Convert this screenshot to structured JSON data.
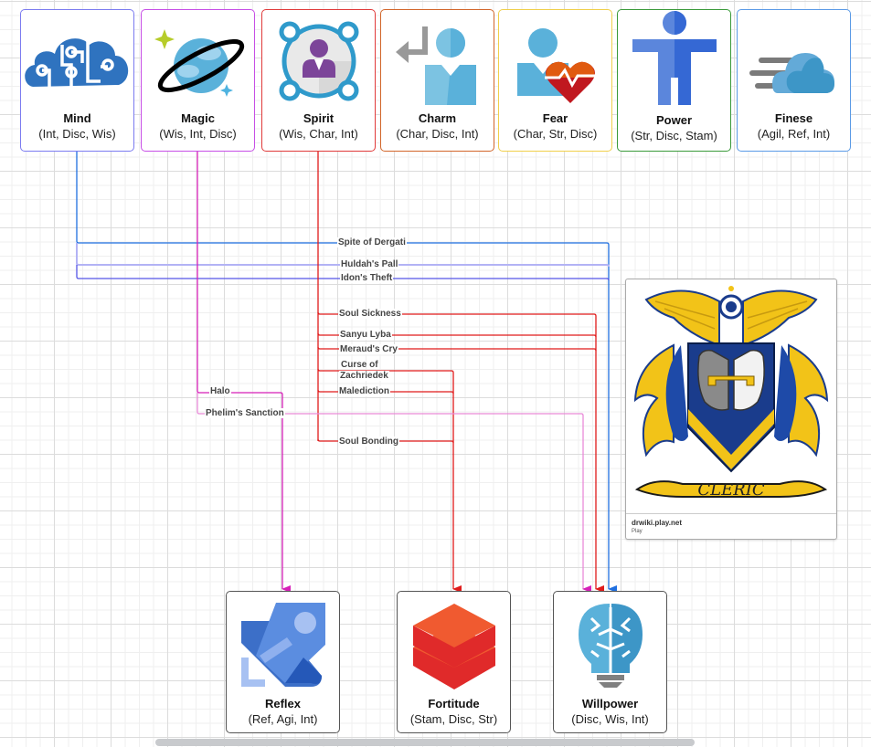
{
  "diagram": {
    "top_nodes": [
      {
        "id": "mind",
        "title": "Mind",
        "stats": "(Int, Disc, Wis)",
        "border": "#7b7bf0",
        "icon": "brain-circuit-cloud-icon"
      },
      {
        "id": "magic",
        "title": "Magic",
        "stats": "(Wis, Int, Disc)",
        "border": "#c74ee6",
        "icon": "planet-ring-icon"
      },
      {
        "id": "spirit",
        "title": "Spirit",
        "stats": "(Wis, Char, Int)",
        "border": "#e03a3a",
        "icon": "person-network-icon"
      },
      {
        "id": "charm",
        "title": "Charm",
        "stats": "(Char, Disc, Int)",
        "border": "#d2662a",
        "icon": "person-return-icon"
      },
      {
        "id": "fear",
        "title": "Fear",
        "stats": "(Char, Str, Disc)",
        "border": "#f0cf4a",
        "icon": "person-heartbeat-icon"
      },
      {
        "id": "power",
        "title": "Power",
        "stats": "(Str, Disc, Stam)",
        "border": "#3a9a3a",
        "icon": "standing-figure-icon"
      },
      {
        "id": "finese",
        "title": "Finese",
        "stats": "(Agil, Ref, Int)",
        "border": "#5a9ae6",
        "icon": "speed-cloud-icon"
      }
    ],
    "bottom_nodes": [
      {
        "id": "reflex",
        "title": "Reflex",
        "stats": "(Ref, Agi, Int)",
        "icon": "rocket-icon"
      },
      {
        "id": "fortitude",
        "title": "Fortitude",
        "stats": "(Stam, Disc, Str)",
        "icon": "layers-icon"
      },
      {
        "id": "willpower",
        "title": "Willpower",
        "stats": "(Disc, Wis, Int)",
        "icon": "brain-bulb-icon"
      }
    ],
    "edges": [
      {
        "label": "Spite of Dergati",
        "from": "mind",
        "to": "willpower",
        "color": "#1f6fe0"
      },
      {
        "label": "Huldah's Pall",
        "from": "mind",
        "to": "willpower",
        "color": "#b3b3f5"
      },
      {
        "label": "Idon's Theft",
        "from": "mind",
        "to": "willpower",
        "color": "#5555e6"
      },
      {
        "label": "Soul Sickness",
        "from": "spirit",
        "to": "willpower",
        "color": "#e01a1a"
      },
      {
        "label": "Sanyu Lyba",
        "from": "spirit",
        "to": "willpower",
        "color": "#e01a1a"
      },
      {
        "label": "Meraud's Cry",
        "from": "spirit",
        "to": "willpower",
        "color": "#e01a1a"
      },
      {
        "label": "Curse of Zachriedek",
        "from": "spirit",
        "to": "fortitude",
        "color": "#e01a1a"
      },
      {
        "label": "Malediction",
        "from": "spirit",
        "to": "fortitude",
        "color": "#e01a1a"
      },
      {
        "label": "Soul Bonding",
        "from": "spirit",
        "to": "fortitude",
        "color": "#e01a1a"
      },
      {
        "label": "Halo",
        "from": "magic",
        "to": "reflex",
        "color": "#d61fb8"
      },
      {
        "label": "Phelim's Sanction",
        "from": "magic",
        "to": "willpower",
        "color": "#d61fb8"
      }
    ],
    "edge_label_curse_line1": "Curse of",
    "edge_label_curse_line2": "Zachriedek"
  },
  "link_card": {
    "domain": "drwiki.play.net",
    "caption": "Play",
    "image": "cleric-crest-image",
    "banner_text": "CLERIC"
  }
}
